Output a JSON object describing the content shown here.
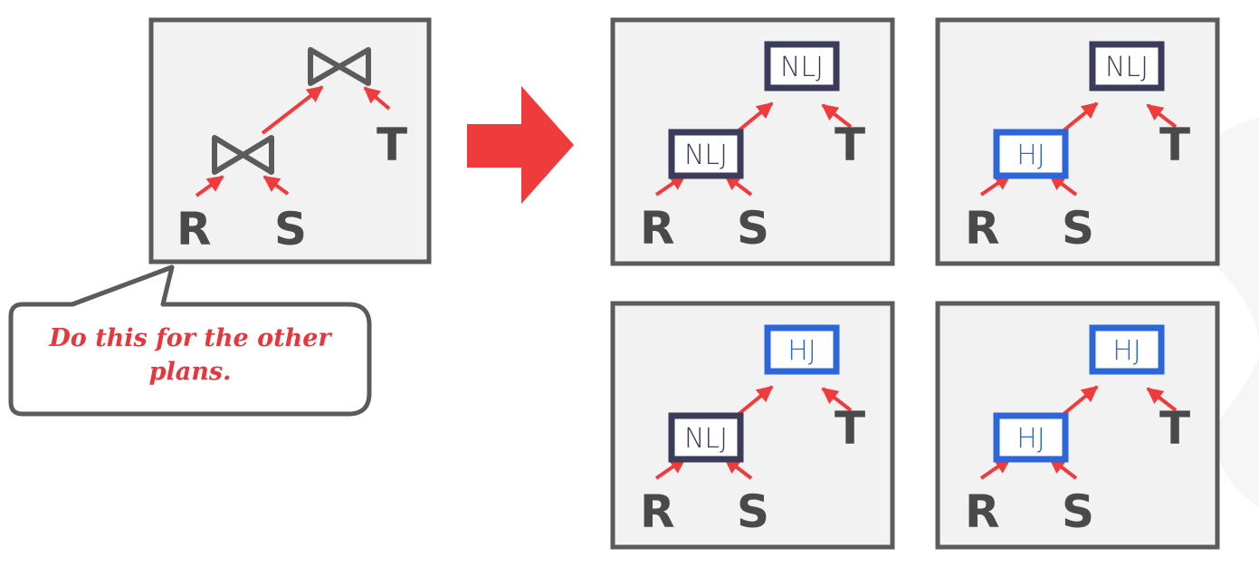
{
  "colors": {
    "panel_bg": "#f2f2f2",
    "panel_border": "#5b5b5b",
    "edge": "#ef3b3b",
    "nlj_border": "#3b3b5c",
    "hj_border": "#2c66d9",
    "relation_text": "#4a4a4a",
    "bubble_text": "#e8363d",
    "big_arrow": "#ef3b3b"
  },
  "source_plan": {
    "relations": {
      "left": "R",
      "middle": "S",
      "right": "T"
    },
    "join_symbol": "bowtie-icon"
  },
  "bubble": {
    "line1": "Do this for the other",
    "line2": "plans."
  },
  "plans": [
    {
      "relations": {
        "left": "R",
        "middle": "S",
        "right": "T"
      },
      "top_op": "NLJ",
      "bottom_op": "NLJ"
    },
    {
      "relations": {
        "left": "R",
        "middle": "S",
        "right": "T"
      },
      "top_op": "NLJ",
      "bottom_op": "HJ"
    },
    {
      "relations": {
        "left": "R",
        "middle": "S",
        "right": "T"
      },
      "top_op": "HJ",
      "bottom_op": "NLJ"
    },
    {
      "relations": {
        "left": "R",
        "middle": "S",
        "right": "T"
      },
      "top_op": "HJ",
      "bottom_op": "HJ"
    }
  ]
}
